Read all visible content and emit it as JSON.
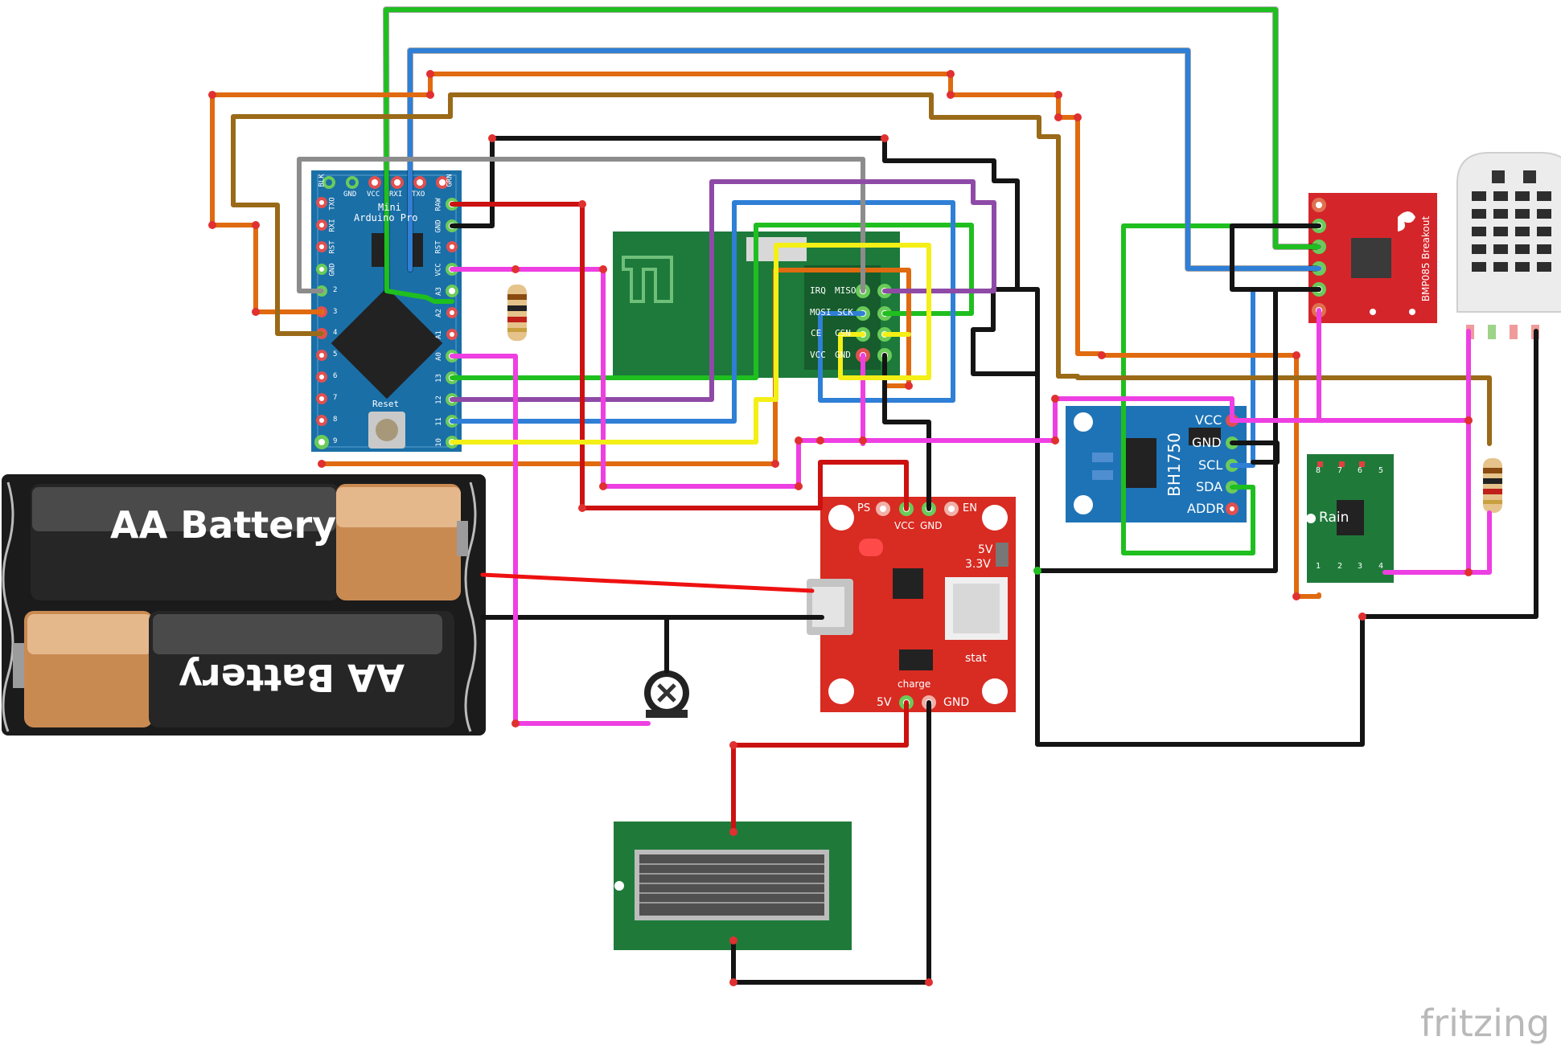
{
  "components": {
    "battery_top_label": "AA Battery",
    "battery_bottom_label": "AA Battery",
    "arduino": {
      "name_line1": "Mini",
      "name_line2": "Arduino Pro",
      "reset_label": "Reset",
      "top_pins": [
        "BLK",
        "GND",
        "VCC",
        "RXI",
        "TXO",
        "GRN"
      ],
      "left_pins": [
        "TXO",
        "RXI",
        "RST",
        "GND",
        "2",
        "3",
        "4",
        "5",
        "6",
        "7",
        "8",
        "9"
      ],
      "right_pins": [
        "RAW",
        "GND",
        "RST",
        "VCC",
        "A3",
        "A2",
        "A1",
        "A0",
        "13",
        "12",
        "11",
        "10"
      ]
    },
    "nrf_labels": [
      "IRQ",
      "MISO",
      "MOSI",
      "SCK",
      "CE",
      "CSN",
      "VCC",
      "GND"
    ],
    "charger": {
      "top_labels": [
        "PS",
        "VCC",
        "GND",
        "EN"
      ],
      "side_labels": [
        "5V",
        "3.3V"
      ],
      "stat": "stat",
      "charge": "charge",
      "bottom_labels": [
        "5V",
        "GND"
      ]
    },
    "bh1750": {
      "name": "BH1750",
      "pins": [
        "VCC",
        "GND",
        "SCL",
        "SDA",
        "ADDR"
      ]
    },
    "bmp085_name": "BMP085 Breakout",
    "rain": {
      "name": "Rain",
      "top_pins": [
        "8",
        "7",
        "6",
        "5"
      ],
      "bottom_pins": [
        "1",
        "2",
        "3",
        "4"
      ]
    },
    "watermark": "fritzing"
  },
  "colors": {
    "green": "#1fbf1f",
    "blue": "#2f7fd6",
    "orange": "#e06a10",
    "brown": "#9a6a18",
    "black": "#141414",
    "gray": "#8c8c8c",
    "purple": "#8e4aa6",
    "magenta": "#ee3fe2",
    "red": "#cc1111",
    "yellow": "#f4ef16",
    "arduino_board": "#1a6fa7",
    "nrf_board": "#1d7a3a",
    "charger_board": "#d82b22",
    "bh1750_board": "#1e73b6",
    "bmp_board": "#d4262a",
    "rain_board": "#1f7a3a",
    "solar_board": "#1f7a3a"
  }
}
